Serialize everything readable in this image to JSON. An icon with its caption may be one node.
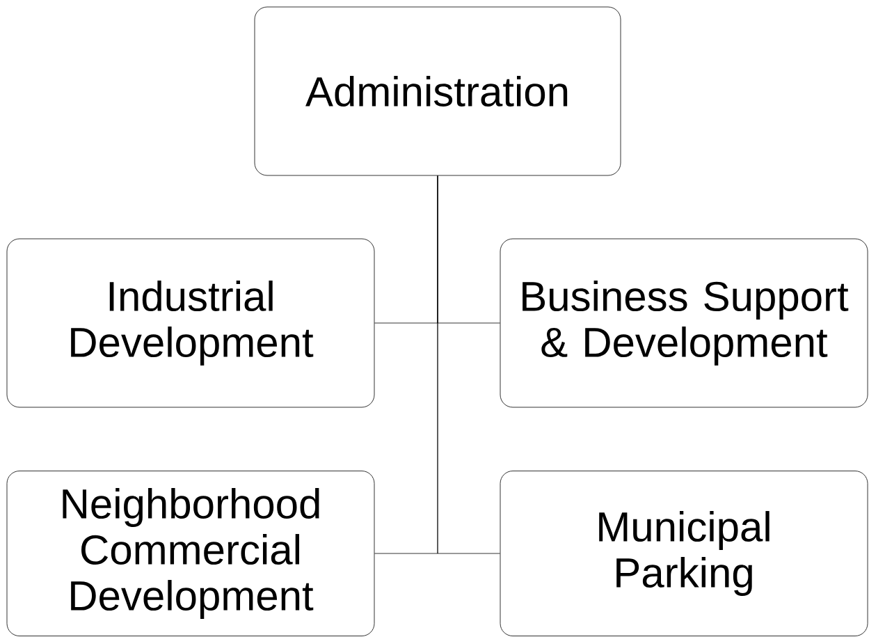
{
  "diagram": {
    "nodes": [
      {
        "text": [
          "Administration"
        ]
      },
      {
        "text": [
          "Industrial Development"
        ]
      },
      {
        "text": [
          "Business Support & Development"
        ]
      },
      {
        "text": [
          "Neighborhood Commercial Development"
        ]
      },
      {
        "text": [
          "Municipal Parking"
        ]
      }
    ],
    "edges": [
      {
        "from": 0,
        "to": 1,
        "arrow": "none"
      },
      {
        "from": 0,
        "to": 2,
        "arrow": "none"
      },
      {
        "from": 0,
        "to": 3,
        "arrow": "none"
      },
      {
        "from": 0,
        "to": 4,
        "arrow": "none"
      }
    ]
  }
}
